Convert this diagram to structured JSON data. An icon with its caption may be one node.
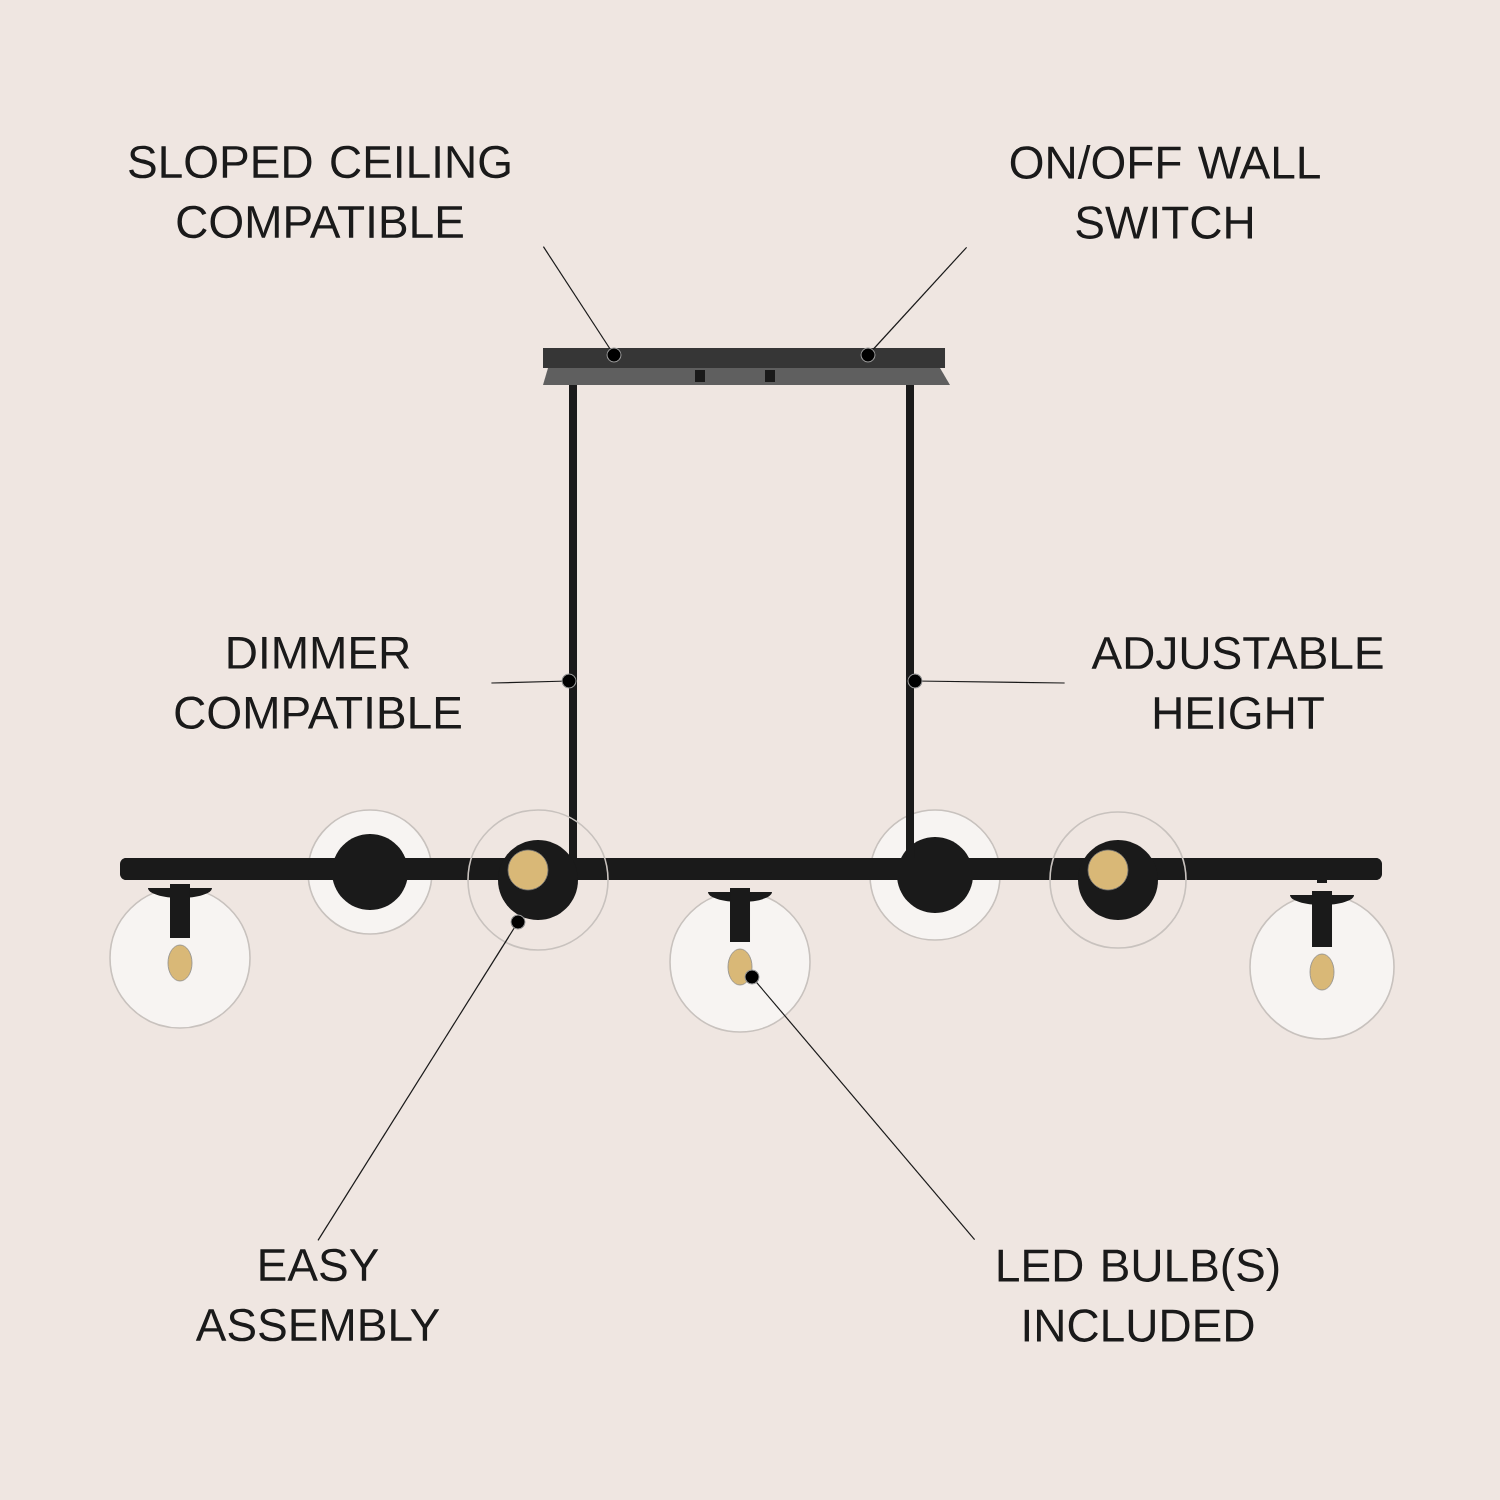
{
  "diagram": {
    "nodes": [
      {
        "text": [
          "SLOPED CEILING COMPATIBLE"
        ]
      },
      {
        "text": [
          "ON/OFF WALL SWITCH"
        ]
      },
      {
        "text": [
          "DIMMER COMPATIBLE"
        ]
      },
      {
        "text": [
          "ADJUSTABLE HEIGHT"
        ]
      },
      {
        "text": [
          "EASY ASSEMBLY"
        ]
      },
      {
        "text": [
          "LED BULB(S) INCLUDED"
        ]
      }
    ],
    "edges": [
      {
        "from": 0,
        "to": null,
        "arrow": "other"
      },
      {
        "from": 1,
        "to": null,
        "arrow": "other"
      },
      {
        "from": 2,
        "to": null,
        "arrow": "other"
      },
      {
        "from": 3,
        "to": null,
        "arrow": "other"
      },
      {
        "from": 4,
        "to": null,
        "arrow": "other"
      },
      {
        "from": 5,
        "to": null,
        "arrow": "other"
      }
    ]
  }
}
